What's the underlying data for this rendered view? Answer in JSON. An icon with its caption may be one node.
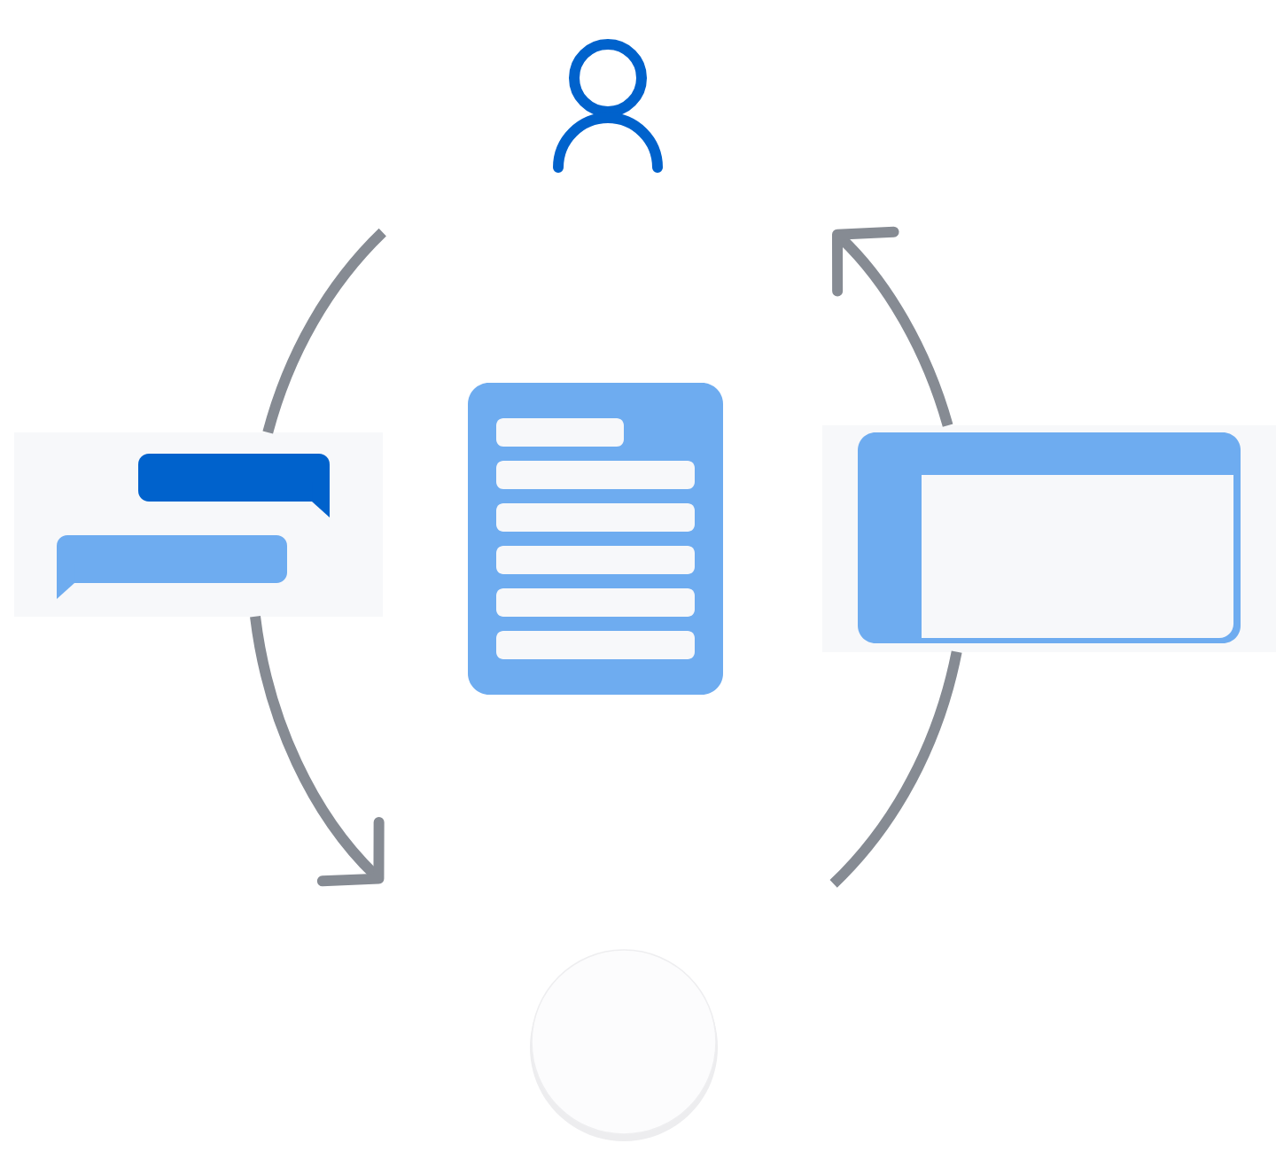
{
  "diagram": {
    "nodes": [
      {
        "text": [],
        "shape": "person"
      },
      {
        "text": [],
        "shape": "picture"
      },
      {
        "text": [],
        "shape": "picture"
      },
      {
        "text": [],
        "shape": "picture"
      },
      {
        "text": [],
        "shape": "circle"
      }
    ],
    "edges": [
      {
        "from": null,
        "to": 1,
        "arrow": "none"
      },
      {
        "from": 1,
        "to": null,
        "arrow": "to"
      },
      {
        "from": null,
        "to": 3,
        "arrow": "none"
      },
      {
        "from": 3,
        "to": null,
        "arrow": "to"
      }
    ]
  }
}
